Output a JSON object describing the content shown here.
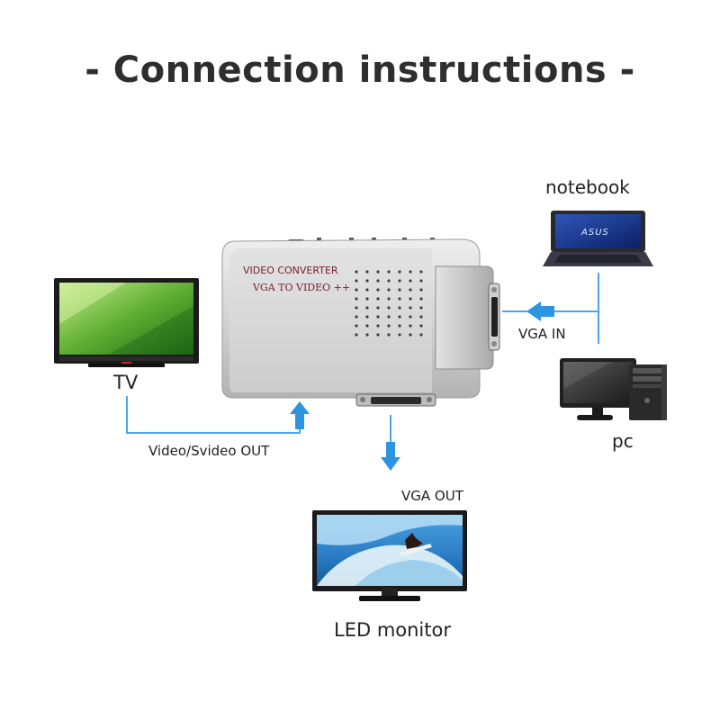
{
  "title": "- Connection instructions -",
  "devices": {
    "notebook": "notebook",
    "tv": "TV",
    "pc": "pc",
    "led_monitor": "LED monitor"
  },
  "connections": {
    "vga_in": "VGA IN",
    "video_out": "Video/Svideo OUT",
    "vga_out": "VGA OUT"
  },
  "converter": {
    "brand": "VIDEO CONVERTER",
    "model": "VGA TO VIDEO ++"
  },
  "notebook_logo": "ASUS",
  "colors": {
    "arrow": "#2d95e0",
    "line": "#4aa6e8",
    "title": "#2e2e2e"
  }
}
